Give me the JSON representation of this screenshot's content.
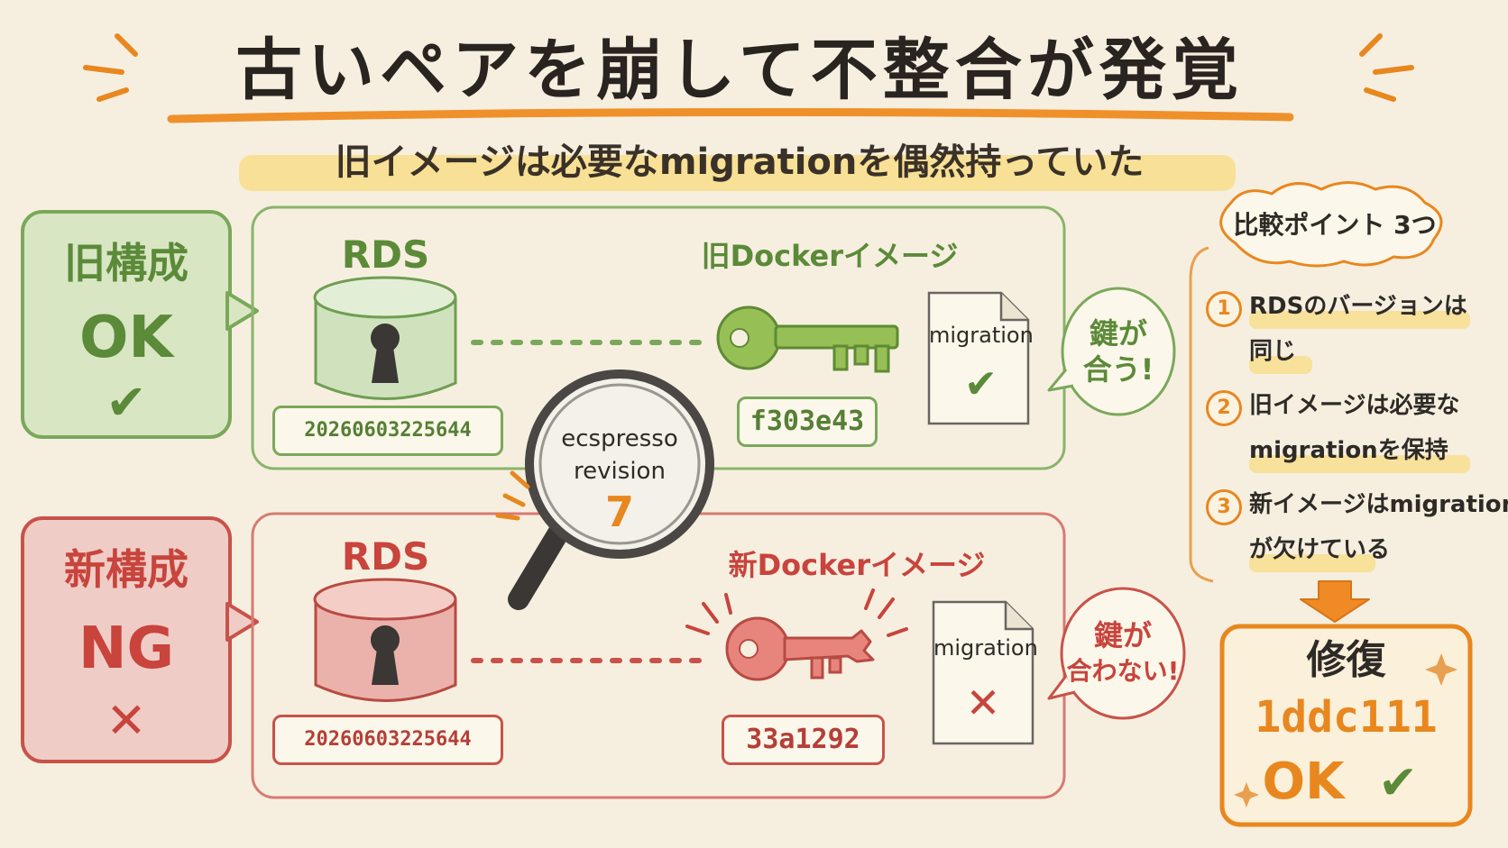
{
  "title": "古いペアを崩して不整合が発覚",
  "subtitle": "旧イメージは必要なmigrationを偶然持っていた",
  "old_config": {
    "side_label": "旧構成",
    "status": "OK",
    "status_mark": "✔",
    "rds_label": "RDS",
    "rds_version": "20260603225644",
    "image_label": "旧Dockerイメージ",
    "image_tag": "f303e43",
    "doc_label": "migration",
    "doc_mark": "✔",
    "bubble_line1": "鍵が",
    "bubble_line2": "合う!"
  },
  "new_config": {
    "side_label": "新構成",
    "status": "NG",
    "status_mark": "✕",
    "rds_label": "RDS",
    "rds_version": "20260603225644",
    "image_label": "新Dockerイメージ",
    "image_tag": "33a1292",
    "doc_label": "migration",
    "doc_mark": "✕",
    "bubble_line1": "鍵が",
    "bubble_line2": "合わない!"
  },
  "magnifier": {
    "line1": "ecspresso",
    "line2": "revision",
    "number": "7"
  },
  "comparison": {
    "title": "比較ポイント 3つ",
    "points": [
      {
        "number": "1",
        "line1": "RDSのバージョンは",
        "line2": "同じ"
      },
      {
        "number": "2",
        "line1": "旧イメージは必要な",
        "line2": "migrationを保持"
      },
      {
        "number": "3",
        "line1": "新イメージはmigration",
        "line2": "が欠けている"
      }
    ]
  },
  "fix": {
    "label": "修復",
    "hash": "1ddc111",
    "status": "OK",
    "mark": "✔"
  },
  "colors": {
    "green": "#5b8a38",
    "red": "#c8443c",
    "orange": "#e8871e",
    "paper": "#f6efe0"
  }
}
